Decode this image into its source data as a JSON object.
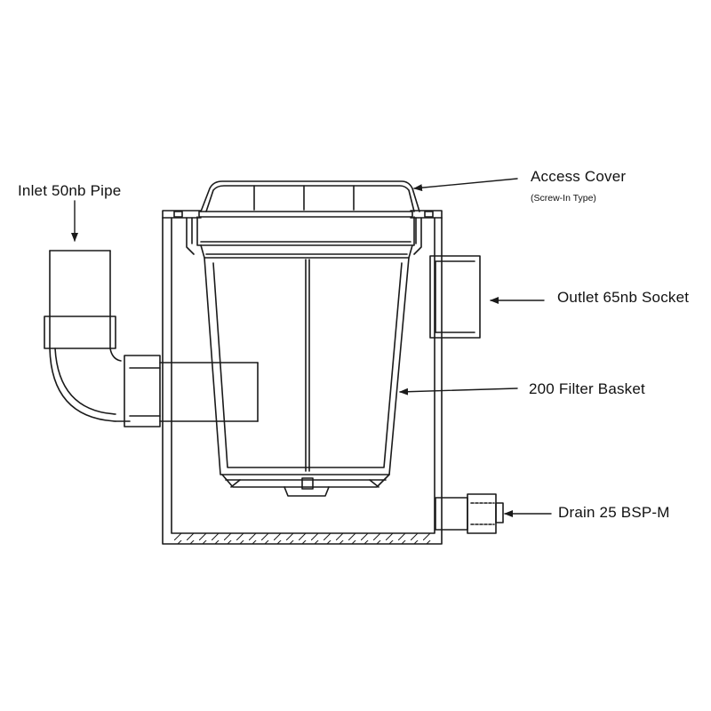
{
  "labels": {
    "inlet": "Inlet 50nb Pipe",
    "access_cover": "Access Cover",
    "access_cover_sub": "(Screw-In Type)",
    "outlet": "Outlet 65nb Socket",
    "filter_basket": "200 Filter Basket",
    "drain": "Drain 25 BSP-M"
  },
  "colors": {
    "line": "#1a1a1a",
    "background": "#ffffff"
  }
}
